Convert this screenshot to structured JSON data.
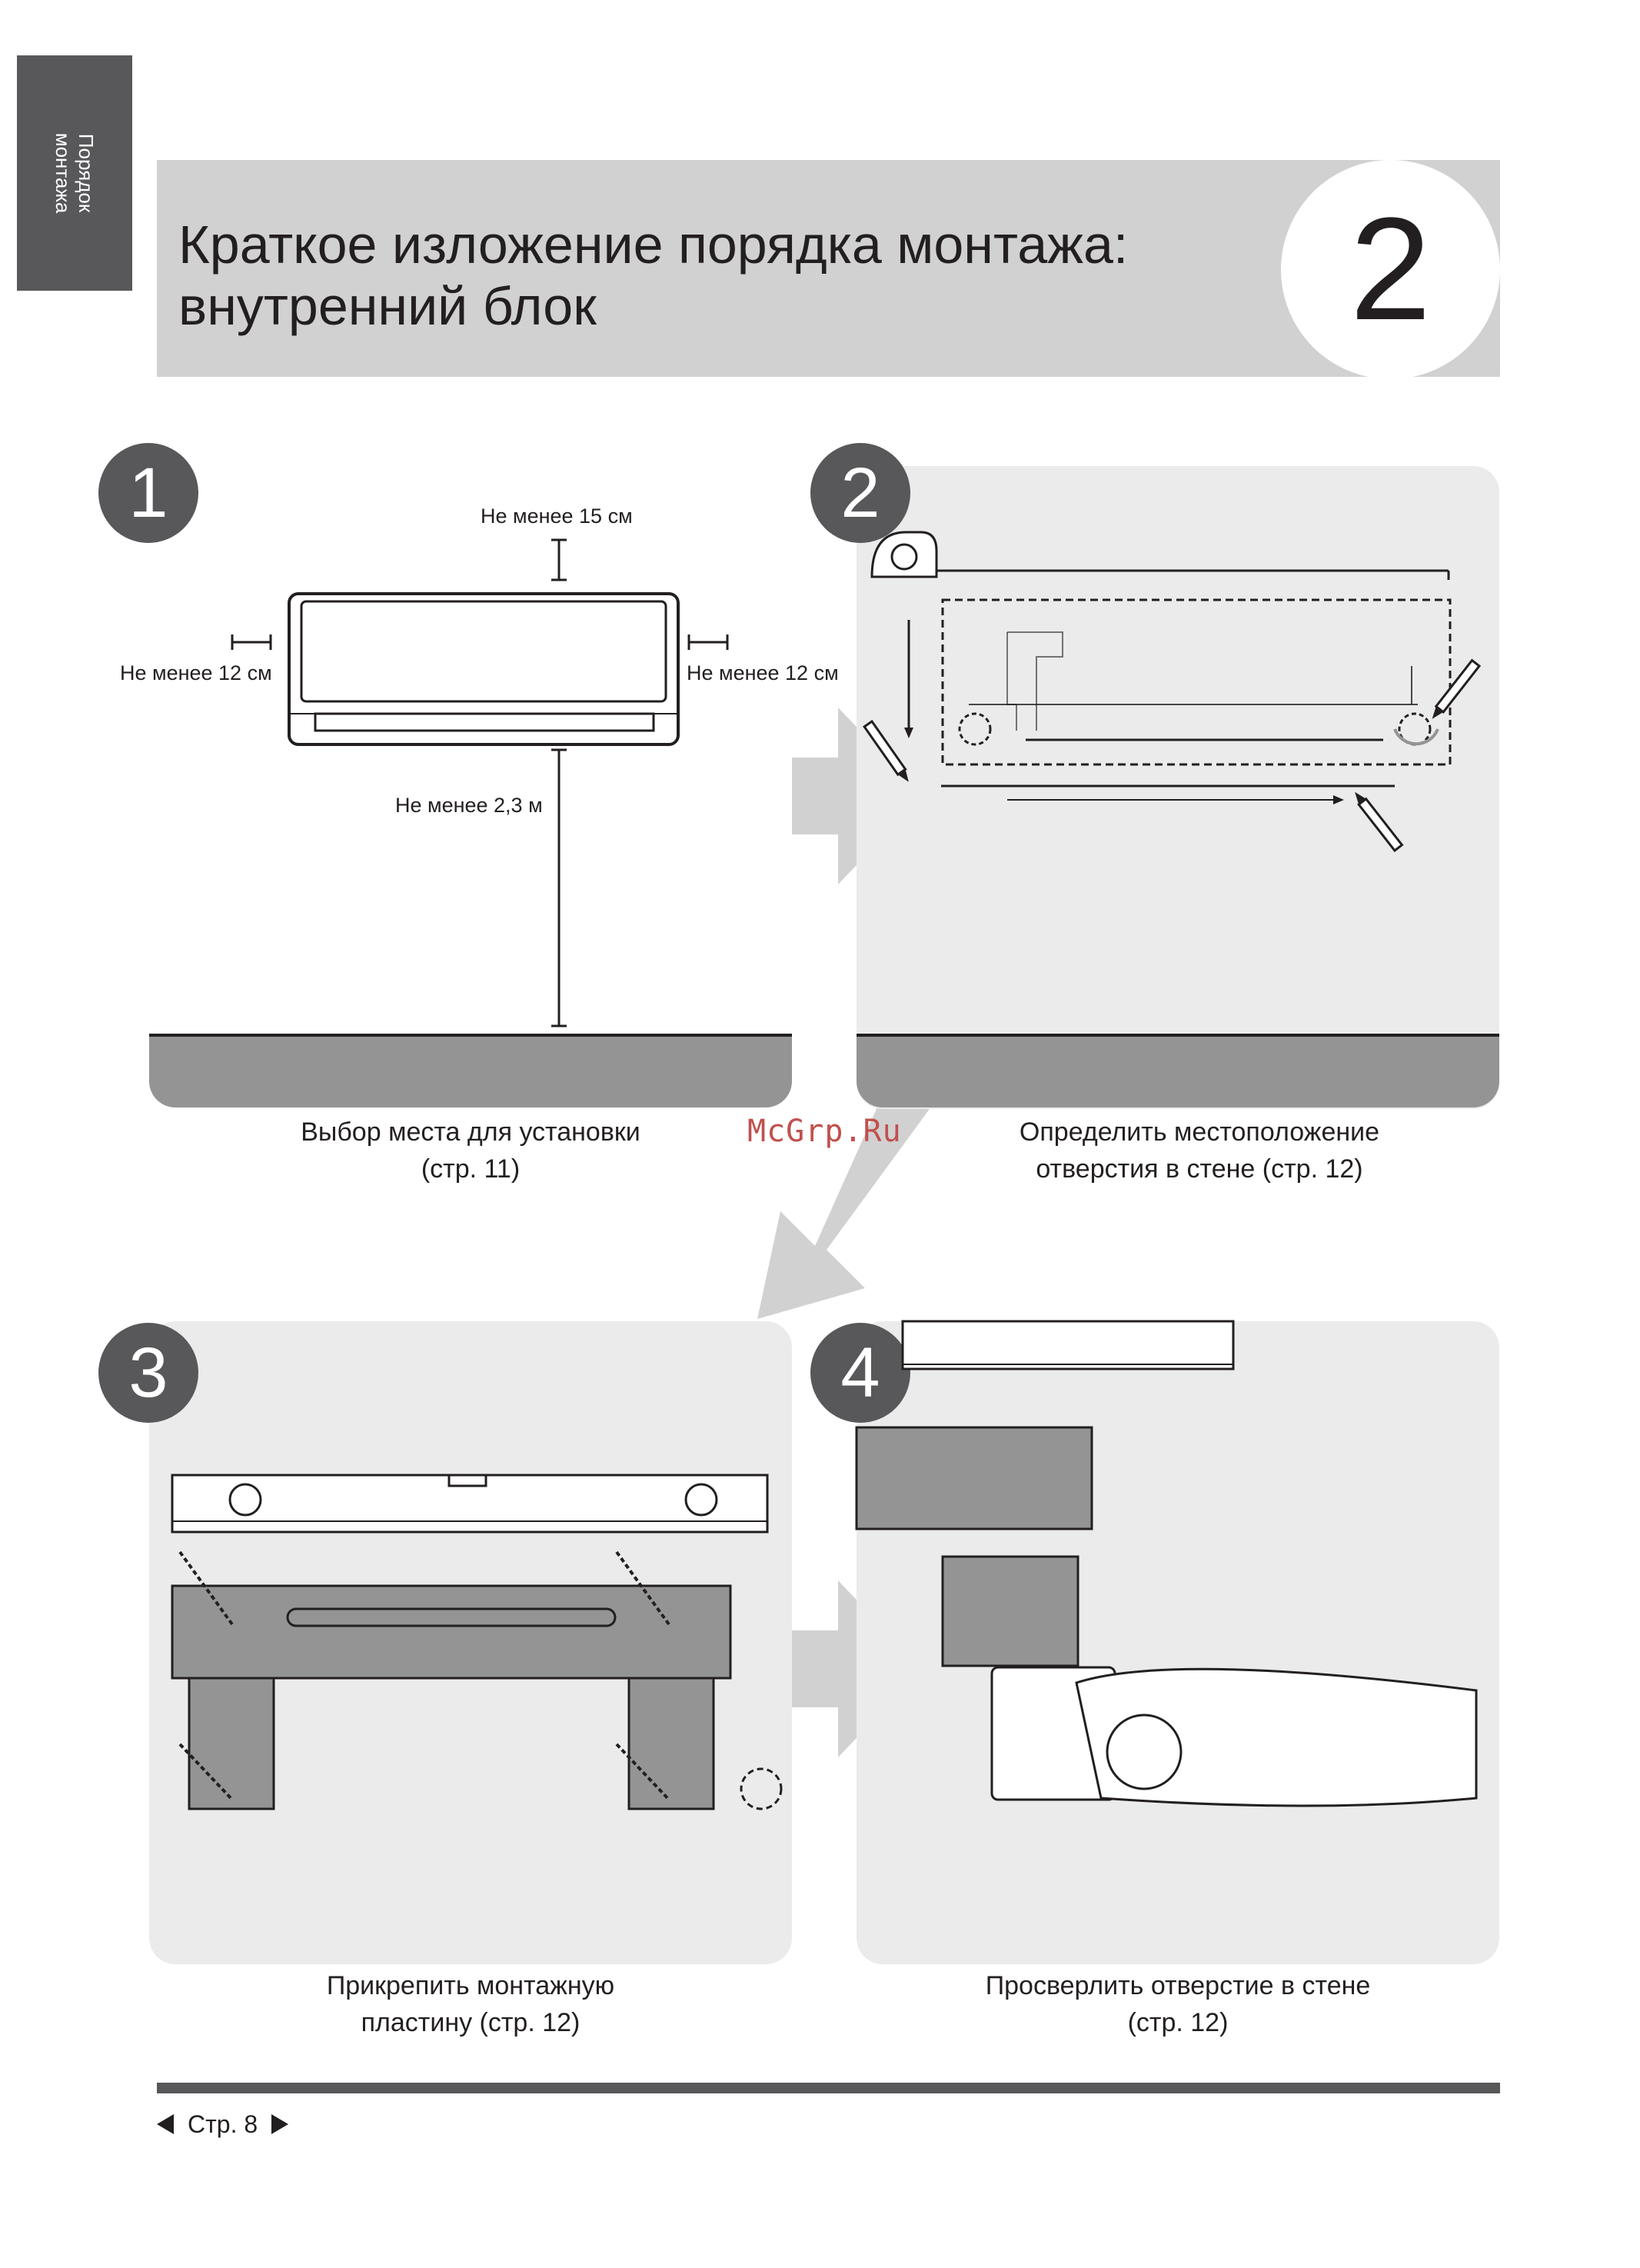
{
  "side_tab": {
    "line1": "Порядок",
    "line2": "монтажа"
  },
  "header": {
    "title_line1": "Краткое изложение порядка монтажа:",
    "title_line2": "внутренний блок",
    "section_number": "2"
  },
  "steps": [
    {
      "number": "1",
      "caption_line1": "Выбор места для установки",
      "caption_line2": "(стр. 11)",
      "dimensions": {
        "top": "Не менее 15 см",
        "left": "Не менее 12 см",
        "right": "Не менее 12 см",
        "bottom": "Не менее 2,3 м"
      }
    },
    {
      "number": "2",
      "caption_line1": "Определить местоположение",
      "caption_line2": "отверстия в стене (стр. 12)"
    },
    {
      "number": "3",
      "caption_line1": "Прикрепить монтажную",
      "caption_line2": "пластину (стр. 12)"
    },
    {
      "number": "4",
      "caption_line1": "Просверлить отверстие в стене",
      "caption_line2": "(стр. 12)"
    }
  ],
  "watermark": "McGrp.Ru",
  "footer": {
    "page_label": "Стр. 8"
  },
  "colors": {
    "dark_gray": "#58585a",
    "panel_gray": "#ebebeb",
    "header_gray": "#d1d1d2",
    "floor_gray": "#949494",
    "watermark": "#c0504d"
  }
}
